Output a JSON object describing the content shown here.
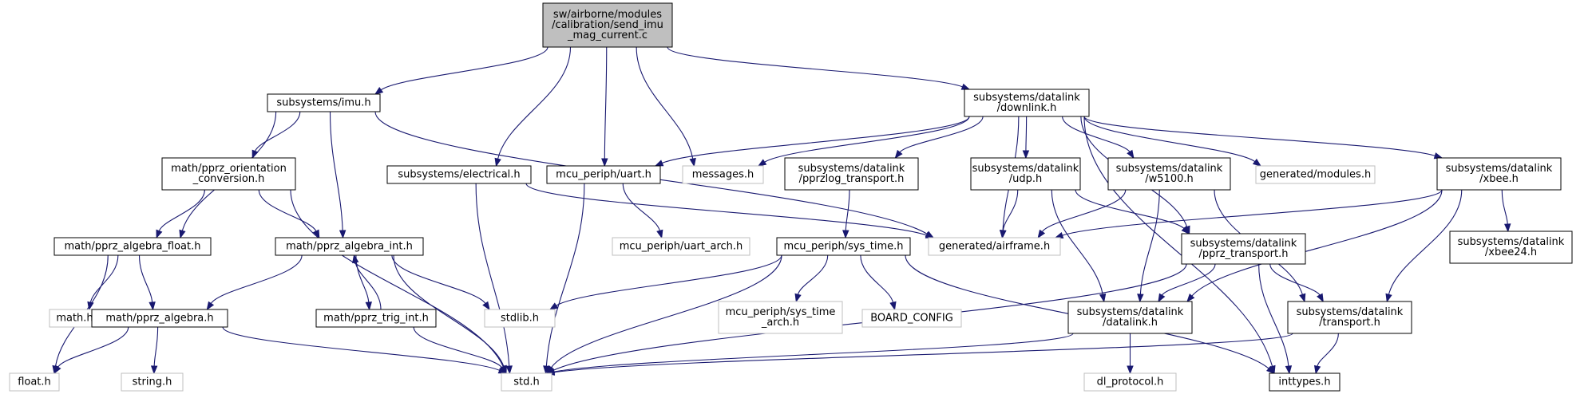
{
  "graph": {
    "nodes": [
      {
        "id": "root",
        "lines": [
          "sw/airborne/modules",
          "/calibration/send_imu",
          "_mag_current.c"
        ],
        "style": "root"
      },
      {
        "id": "imu",
        "lines": [
          "subsystems/imu.h"
        ],
        "style": "solid"
      },
      {
        "id": "orient",
        "lines": [
          "math/pprz_orientation",
          "_conversion.h"
        ],
        "style": "solid"
      },
      {
        "id": "electrical",
        "lines": [
          "subsystems/electrical.h"
        ],
        "style": "solid"
      },
      {
        "id": "uart",
        "lines": [
          "mcu_periph/uart.h"
        ],
        "style": "solid"
      },
      {
        "id": "messages",
        "lines": [
          "messages.h"
        ],
        "style": "ghost"
      },
      {
        "id": "downlink",
        "lines": [
          "subsystems/datalink",
          "/downlink.h"
        ],
        "style": "solid"
      },
      {
        "id": "pprzlog",
        "lines": [
          "subsystems/datalink",
          "/pprzlog_transport.h"
        ],
        "style": "solid"
      },
      {
        "id": "udp",
        "lines": [
          "subsystems/datalink",
          "/udp.h"
        ],
        "style": "solid"
      },
      {
        "id": "w5100",
        "lines": [
          "subsystems/datalink",
          "/w5100.h"
        ],
        "style": "solid"
      },
      {
        "id": "genmodules",
        "lines": [
          "generated/modules.h"
        ],
        "style": "ghost"
      },
      {
        "id": "xbee",
        "lines": [
          "subsystems/datalink",
          "/xbee.h"
        ],
        "style": "solid"
      },
      {
        "id": "algfloat",
        "lines": [
          "math/pprz_algebra_float.h"
        ],
        "style": "solid"
      },
      {
        "id": "algint",
        "lines": [
          "math/pprz_algebra_int.h"
        ],
        "style": "solid"
      },
      {
        "id": "uartarch",
        "lines": [
          "mcu_periph/uart_arch.h"
        ],
        "style": "ghost"
      },
      {
        "id": "systime",
        "lines": [
          "mcu_periph/sys_time.h"
        ],
        "style": "solid"
      },
      {
        "id": "airframe",
        "lines": [
          "generated/airframe.h"
        ],
        "style": "ghost"
      },
      {
        "id": "pprztrans",
        "lines": [
          "subsystems/datalink",
          "/pprz_transport.h"
        ],
        "style": "solid"
      },
      {
        "id": "xbee24",
        "lines": [
          "subsystems/datalink",
          "/xbee24.h"
        ],
        "style": "solid"
      },
      {
        "id": "mathh",
        "lines": [
          "math.h"
        ],
        "style": "ghost"
      },
      {
        "id": "algebra",
        "lines": [
          "math/pprz_algebra.h"
        ],
        "style": "solid"
      },
      {
        "id": "trigint",
        "lines": [
          "math/pprz_trig_int.h"
        ],
        "style": "solid"
      },
      {
        "id": "stdlib",
        "lines": [
          "stdlib.h"
        ],
        "style": "ghost"
      },
      {
        "id": "systimearch",
        "lines": [
          "mcu_periph/sys_time",
          "_arch.h"
        ],
        "style": "ghost"
      },
      {
        "id": "board",
        "lines": [
          "BOARD_CONFIG"
        ],
        "style": "ghost"
      },
      {
        "id": "datalinkh",
        "lines": [
          "subsystems/datalink",
          "/datalink.h"
        ],
        "style": "solid"
      },
      {
        "id": "transport",
        "lines": [
          "subsystems/datalink",
          "/transport.h"
        ],
        "style": "solid"
      },
      {
        "id": "floath",
        "lines": [
          "float.h"
        ],
        "style": "ghost"
      },
      {
        "id": "stringh",
        "lines": [
          "string.h"
        ],
        "style": "ghost"
      },
      {
        "id": "stdh",
        "lines": [
          "std.h"
        ],
        "style": "ghost"
      },
      {
        "id": "dlproto",
        "lines": [
          "dl_protocol.h"
        ],
        "style": "ghost"
      },
      {
        "id": "inttypes",
        "lines": [
          "inttypes.h"
        ],
        "style": "solid"
      }
    ],
    "edges": [
      [
        "root",
        "imu"
      ],
      [
        "root",
        "electrical"
      ],
      [
        "root",
        "uart"
      ],
      [
        "root",
        "messages"
      ],
      [
        "root",
        "downlink"
      ],
      [
        "imu",
        "algfloat"
      ],
      [
        "imu",
        "orient"
      ],
      [
        "imu",
        "algint"
      ],
      [
        "imu",
        "airframe"
      ],
      [
        "orient",
        "algfloat"
      ],
      [
        "orient",
        "algint"
      ],
      [
        "orient",
        "stdh"
      ],
      [
        "electrical",
        "airframe"
      ],
      [
        "electrical",
        "stdh"
      ],
      [
        "uart",
        "uartarch"
      ],
      [
        "uart",
        "stdh"
      ],
      [
        "downlink",
        "uart"
      ],
      [
        "downlink",
        "messages"
      ],
      [
        "downlink",
        "pprzlog"
      ],
      [
        "downlink",
        "airframe"
      ],
      [
        "downlink",
        "udp"
      ],
      [
        "downlink",
        "w5100"
      ],
      [
        "downlink",
        "genmodules"
      ],
      [
        "downlink",
        "xbee"
      ],
      [
        "downlink",
        "pprztrans"
      ],
      [
        "downlink",
        "inttypes"
      ],
      [
        "pprzlog",
        "systime"
      ],
      [
        "udp",
        "airframe"
      ],
      [
        "udp",
        "datalinkh"
      ],
      [
        "udp",
        "pprztrans"
      ],
      [
        "w5100",
        "airframe"
      ],
      [
        "w5100",
        "datalinkh"
      ],
      [
        "w5100",
        "transport"
      ],
      [
        "xbee",
        "airframe"
      ],
      [
        "xbee",
        "datalinkh"
      ],
      [
        "xbee",
        "xbee24"
      ],
      [
        "xbee",
        "transport"
      ],
      [
        "algfloat",
        "mathh"
      ],
      [
        "algfloat",
        "algebra"
      ],
      [
        "algfloat",
        "floath"
      ],
      [
        "algint",
        "algebra"
      ],
      [
        "algint",
        "stdlib"
      ],
      [
        "algint",
        "trigint"
      ],
      [
        "algint",
        "stdh"
      ],
      [
        "trigint",
        "algint"
      ],
      [
        "trigint",
        "stdh"
      ],
      [
        "algebra",
        "floath"
      ],
      [
        "algebra",
        "stringh"
      ],
      [
        "algebra",
        "stdh"
      ],
      [
        "systime",
        "stdlib"
      ],
      [
        "systime",
        "systimearch"
      ],
      [
        "systime",
        "board"
      ],
      [
        "systime",
        "stdh"
      ],
      [
        "systime",
        "inttypes"
      ],
      [
        "pprztrans",
        "datalinkh"
      ],
      [
        "pprztrans",
        "transport"
      ],
      [
        "pprztrans",
        "stdh"
      ],
      [
        "pprztrans",
        "inttypes"
      ],
      [
        "datalinkh",
        "dlproto"
      ],
      [
        "datalinkh",
        "stdh"
      ],
      [
        "transport",
        "stdh"
      ],
      [
        "transport",
        "inttypes"
      ]
    ]
  }
}
